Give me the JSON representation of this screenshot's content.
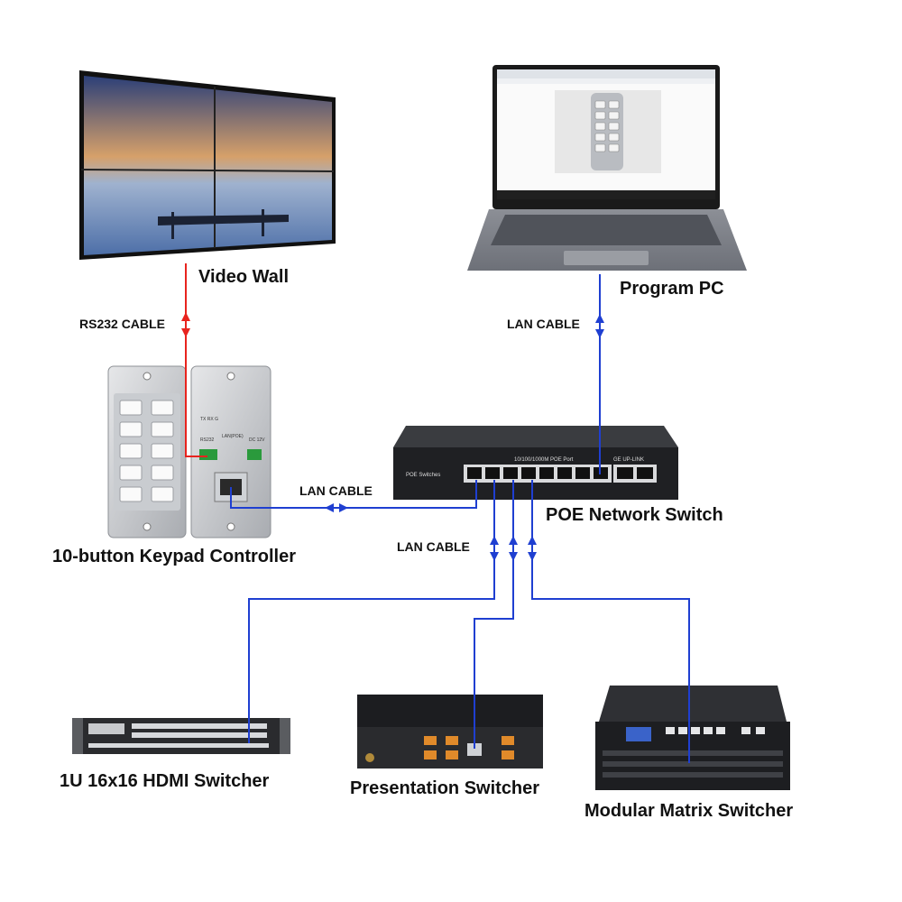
{
  "devices": {
    "video_wall": "Video Wall",
    "program_pc": "Program PC",
    "keypad": "10-button Keypad Controller",
    "poe_switch": "POE Network Switch",
    "hdmi_switcher": "1U 16x16 HDMI Switcher",
    "presentation_switcher": "Presentation Switcher",
    "modular_matrix": "Modular Matrix Switcher"
  },
  "cables": {
    "rs232": "RS232 CABLE",
    "lan_pc": "LAN CABLE",
    "lan_keypad": "LAN CABLE",
    "lan_devices": "LAN CABLE"
  },
  "switch_panel": {
    "brand": "POE Switches",
    "port_header": "10/100/1000M POE Port",
    "uplink_header": "GE UP-LINK"
  },
  "keypad_panel": {
    "rs232_pins": "TX RX G",
    "rs232_label": "RS232",
    "lan_label": "LAN(POE)",
    "dc_label": "DC 12V"
  },
  "colors": {
    "lan_cable": "#1f3fd1",
    "rs232_cable": "#e8231e"
  }
}
